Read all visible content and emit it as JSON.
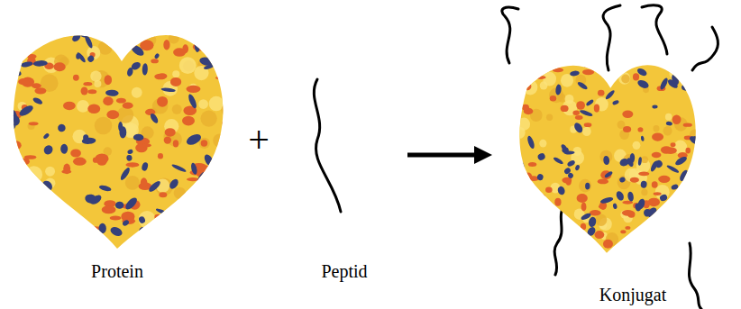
{
  "diagram": {
    "labels": [
      "Protein",
      "+",
      "Peptid",
      "Konjugat"
    ]
  }
}
